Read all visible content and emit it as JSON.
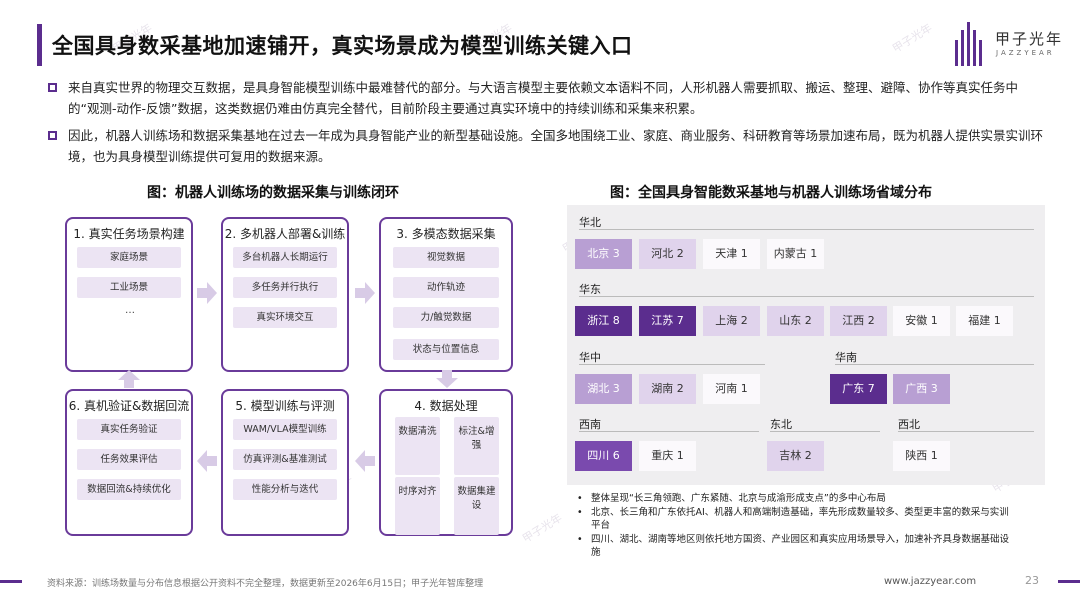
{
  "header": {
    "title": "全国具身数采基地加速铺开，真实场景成为模型训练关键入口",
    "logo_name": "甲子光年",
    "logo_sub": "JAZZYEAR"
  },
  "bullets": [
    "来自真实世界的物理交互数据，是具身智能模型训练中最难替代的部分。与大语言模型主要依赖文本语料不同，人形机器人需要抓取、搬运、整理、避障、协作等真实任务中的“观测-动作-反馈”数据，这类数据仍难由仿真完全替代，目前阶段主要通过真实环境中的持续训练和采集来积累。",
    "因此，机器人训练场和数据采集基地在过去一年成为具身智能产业的新型基础设施。全国多地围绕工业、家庭、商业服务、科研教育等场景加速布局，既为机器人提供实景实训环境，也为具身模型训练提供可复用的数据来源。"
  ],
  "left_figure": {
    "title": "图：机器人训练场的数据采集与训练闭环",
    "steps": [
      {
        "head": "1. 真实任务场景构建",
        "items": [
          "家庭场景",
          "工业场景"
        ],
        "more": "…"
      },
      {
        "head": "2. 多机器人部署&训练",
        "items": [
          "多台机器人长期运行",
          "多任务并行执行",
          "真实环境交互"
        ]
      },
      {
        "head": "3. 多模态数据采集",
        "items": [
          "视觉数据",
          "动作轨迹",
          "力/触觉数据",
          "状态与位置信息"
        ]
      },
      {
        "head": "4. 数据处理",
        "items": [
          "数据清洗",
          "标注&增强",
          "时序对齐",
          "数据集建设"
        ]
      },
      {
        "head": "5. 模型训练与评测",
        "items": [
          "WAM/VLA模型训练",
          "仿真评测&基准测试",
          "性能分析与迭代"
        ]
      },
      {
        "head": "6. 真机验证&数据回流",
        "items": [
          "真实任务验证",
          "任务效果评估",
          "数据回流&持续优化"
        ]
      }
    ]
  },
  "right_figure": {
    "title": "图：全国具身智能数采基地与机器人训练场省域分布",
    "regions": {
      "huabei": {
        "label": "华北",
        "provinces": [
          {
            "name": "北京 3",
            "count": 3
          },
          {
            "name": "河北 2",
            "count": 2
          },
          {
            "name": "天津 1",
            "count": 1
          },
          {
            "name": "内蒙古 1",
            "count": 1
          }
        ]
      },
      "huadong": {
        "label": "华东",
        "provinces": [
          {
            "name": "浙江 8",
            "count": 8
          },
          {
            "name": "江苏 7",
            "count": 7
          },
          {
            "name": "上海 2",
            "count": 2
          },
          {
            "name": "山东 2",
            "count": 2
          },
          {
            "name": "江西 2",
            "count": 2
          },
          {
            "name": "安徽 1",
            "count": 1
          },
          {
            "name": "福建 1",
            "count": 1
          }
        ]
      },
      "huazhong": {
        "label": "华中",
        "provinces": [
          {
            "name": "湖北 3",
            "count": 3
          },
          {
            "name": "湖南 2",
            "count": 2
          },
          {
            "name": "河南 1",
            "count": 1
          }
        ]
      },
      "huanan": {
        "label": "华南",
        "provinces": [
          {
            "name": "广东 7",
            "count": 7
          },
          {
            "name": "广西 3",
            "count": 3
          }
        ]
      },
      "xinan": {
        "label": "西南",
        "provinces": [
          {
            "name": "四川 6",
            "count": 6
          },
          {
            "name": "重庆 1",
            "count": 1
          }
        ]
      },
      "dongbei": {
        "label": "东北",
        "provinces": [
          {
            "name": "吉林 2",
            "count": 2
          }
        ]
      },
      "xibei": {
        "label": "西北",
        "provinces": [
          {
            "name": "陕西 1",
            "count": 1
          }
        ]
      }
    },
    "notes": [
      "整体呈现“长三角领跑、广东紧随、北京与成渝形成支点”的多中心布局",
      "北京、长三角和广东依托AI、机器人和高端制造基础，率先形成数量较多、类型更丰富的数采与实训平台",
      "四川、湖北、湖南等地区则依托地方国资、产业园区和真实应用场景导入，加速补齐具身数据基础设施"
    ]
  },
  "footer": {
    "source": "资料来源：训练场数量与分布信息根据公开资料不完全整理，数据更新至2026年6月15日；甲子光年智库整理",
    "site": "www.jazzyear.com",
    "page": "23"
  },
  "colors": {
    "accent": "#5b2d8e",
    "level_1": "#fbf9fc",
    "level_2": "#e0d3ec",
    "level_3": "#b89fd3",
    "level_6_plus": "#5b2d8e"
  }
}
